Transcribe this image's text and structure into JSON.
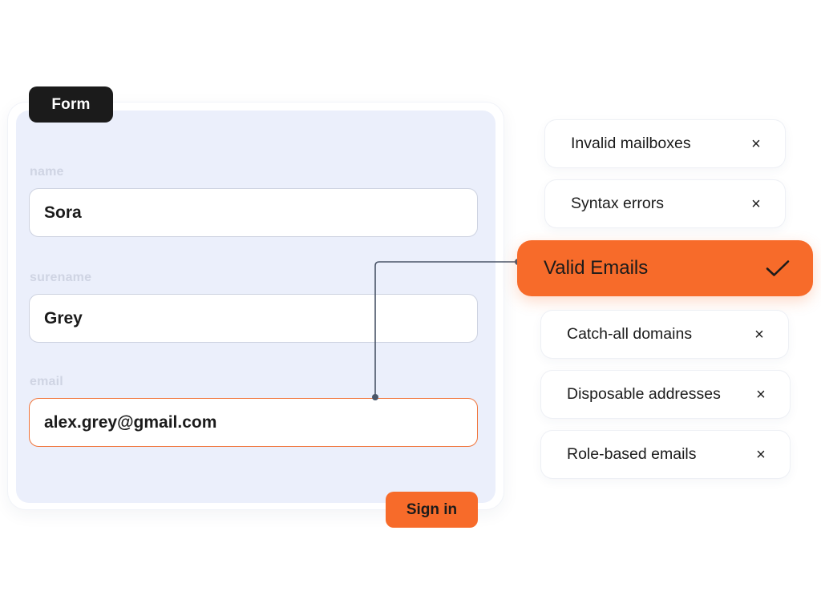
{
  "form": {
    "tag": "Form",
    "fields": [
      {
        "label": "name",
        "value": "Sora"
      },
      {
        "label": "surename",
        "value": "Grey"
      },
      {
        "label": "email",
        "value": "alex.grey@gmail.com"
      }
    ],
    "submit_label": "Sign in"
  },
  "validation": {
    "items": [
      {
        "label": "Invalid mailboxes",
        "icon": "close-icon"
      },
      {
        "label": "Syntax errors",
        "icon": "close-icon"
      },
      {
        "label": "Valid Emails",
        "icon": "check-icon"
      },
      {
        "label": "Catch-all domains",
        "icon": "close-icon"
      },
      {
        "label": "Disposable addresses",
        "icon": "close-icon"
      },
      {
        "label": "Role-based emails",
        "icon": "close-icon"
      }
    ]
  },
  "colors": {
    "accent": "#f76b2a",
    "form_background": "#ebeffb",
    "dark_tag": "#1b1b1b",
    "label_muted": "#cfd4e3",
    "connector": "#4a5568"
  }
}
